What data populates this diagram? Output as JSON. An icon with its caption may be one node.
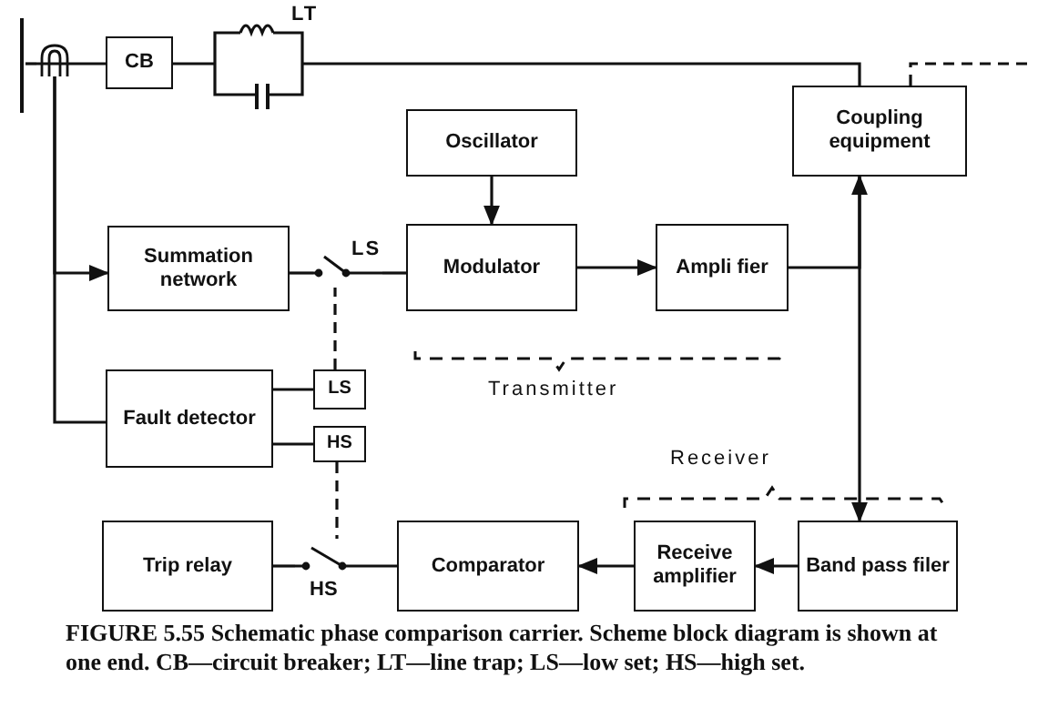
{
  "diagram": {
    "caption": "**FIGURE 5.55** Schematic phase comparison carrier. Scheme block diagram is shown at one end. CB—circuit breaker; LT—line trap; LS—low set; HS—high set.",
    "nodes": [
      {
        "text": [
          "CB"
        ]
      },
      {
        "text": [
          "LT"
        ]
      },
      {
        "text": [
          "Oscillator"
        ]
      },
      {
        "text": [
          "Coupling equipment"
        ]
      },
      {
        "text": [
          "Summation network"
        ]
      },
      {
        "text": [
          "LS"
        ]
      },
      {
        "text": [
          "Modulator"
        ]
      },
      {
        "text": [
          "Ampli fier"
        ]
      },
      {
        "text": [
          "Fault detector"
        ]
      },
      {
        "text": [
          "LS"
        ]
      },
      {
        "text": [
          "HS"
        ]
      },
      {
        "text": [
          "Trip relay"
        ]
      },
      {
        "text": [
          "HS"
        ]
      },
      {
        "text": [
          "Comparator"
        ]
      },
      {
        "text": [
          "Receive amplifier"
        ]
      },
      {
        "text": [
          "Band pass filer"
        ]
      },
      {
        "text": [],
        "shape": "bar"
      },
      {
        "text": [],
        "shape": "circle"
      }
    ],
    "edges": [
      {
        "from": 16,
        "to": 17,
        "arrow": "none"
      },
      {
        "from": 17,
        "to": 0,
        "arrow": "none"
      },
      {
        "from": 0,
        "to": 1,
        "arrow": "none"
      },
      {
        "from": 1,
        "to": 3,
        "arrow": "none"
      },
      {
        "from": 3,
        "to": null,
        "arrow": "none",
        "style": "dashed"
      },
      {
        "from": 17,
        "to": 4,
        "arrow": "to"
      },
      {
        "from": 17,
        "to": 8,
        "arrow": "none"
      },
      {
        "from": 4,
        "to": 5,
        "arrow": "none"
      },
      {
        "from": 5,
        "to": 6,
        "arrow": "none"
      },
      {
        "from": 2,
        "to": 6,
        "arrow": "to"
      },
      {
        "from": 6,
        "to": 7,
        "arrow": "to"
      },
      {
        "from": 7,
        "to": 3,
        "arrow": "to"
      },
      {
        "from": 3,
        "to": 15,
        "arrow": "to"
      },
      {
        "from": 8,
        "to": 9,
        "arrow": "none"
      },
      {
        "from": 8,
        "to": 10,
        "arrow": "none"
      },
      {
        "from": 9,
        "to": 5,
        "arrow": "none",
        "style": "dashed"
      },
      {
        "from": 10,
        "to": 12,
        "arrow": "none",
        "style": "dashed"
      },
      {
        "from": 15,
        "to": 14,
        "arrow": "to"
      },
      {
        "from": 14,
        "to": 13,
        "arrow": "to"
      },
      {
        "from": 13,
        "to": 12,
        "arrow": "none"
      },
      {
        "from": 12,
        "to": 11,
        "arrow": "none"
      }
    ],
    "labels": [
      "Transmitter",
      "Receiver"
    ]
  }
}
